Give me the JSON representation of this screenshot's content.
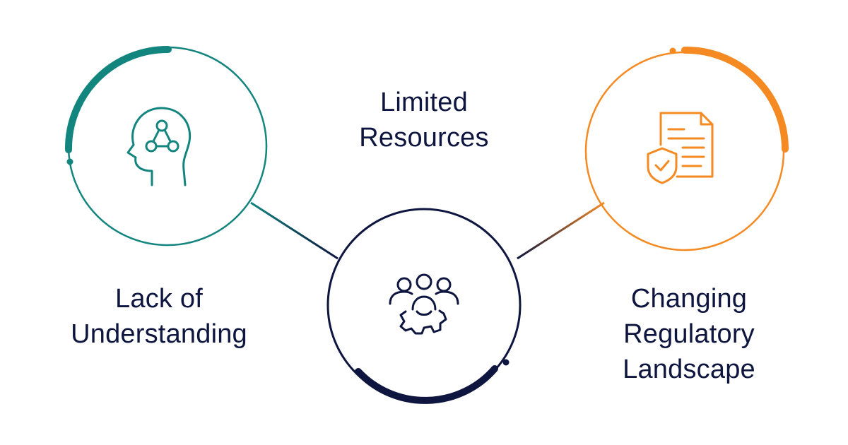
{
  "colors": {
    "teal": "#13857f",
    "navy": "#0e1640",
    "orange": "#f58a22",
    "text": "#0e1640"
  },
  "nodes": [
    {
      "id": "left",
      "icon": "head-network-icon",
      "lines": [
        "Lack of",
        "Understanding"
      ]
    },
    {
      "id": "mid",
      "icon": "team-gear-icon",
      "lines": [
        "Limited",
        "Resources"
      ]
    },
    {
      "id": "right",
      "icon": "document-shield-icon",
      "lines": [
        "Changing",
        "Regulatory",
        "Landscape"
      ]
    }
  ]
}
